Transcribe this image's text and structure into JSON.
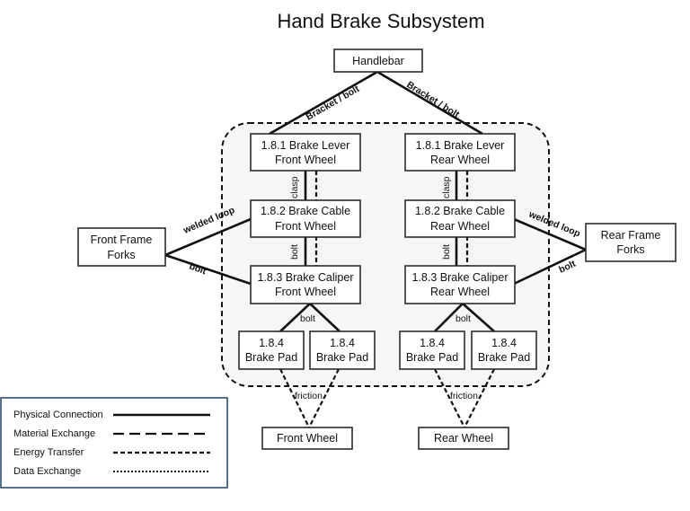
{
  "title": "Hand Brake Subsystem",
  "nodes": {
    "handlebar": [
      "Handlebar"
    ],
    "lever_front": [
      "1.8.1 Brake Lever",
      "Front Wheel"
    ],
    "lever_rear": [
      "1.8.1 Brake Lever",
      "Rear Wheel"
    ],
    "cable_front": [
      "1.8.2 Brake Cable",
      "Front Wheel"
    ],
    "cable_rear": [
      "1.8.2 Brake Cable",
      "Rear Wheel"
    ],
    "caliper_front": [
      "1.8.3 Brake Caliper",
      "Front Wheel"
    ],
    "caliper_rear": [
      "1.8.3 Brake Caliper",
      "Rear Wheel"
    ],
    "pad_front_left": [
      "1.8.4",
      "Brake Pad"
    ],
    "pad_front_right": [
      "1.8.4",
      "Brake Pad"
    ],
    "pad_rear_left": [
      "1.8.4",
      "Brake Pad"
    ],
    "pad_rear_right": [
      "1.8.4",
      "Brake Pad"
    ],
    "front_frame": [
      "Front Frame",
      "Forks"
    ],
    "rear_frame": [
      "Rear Frame",
      "Forks"
    ],
    "front_wheel": [
      "Front Wheel"
    ],
    "rear_wheel": [
      "Rear Wheel"
    ]
  },
  "labels": {
    "bracket_bolt_left": "Bracket / bolt",
    "bracket_bolt_right": "Bracket / bolt",
    "clasp_front": "clasp",
    "clasp_rear": "clasp",
    "bolt_front_cable": "bolt",
    "bolt_rear_cable": "bolt",
    "welded_loop_front": "welded loop",
    "welded_loop_rear": "welded loop",
    "bolt_front_frame": "bolt",
    "bolt_rear_frame": "bolt",
    "bolt_front_pads": "bolt",
    "bolt_rear_pads": "bolt",
    "friction_front": "friction",
    "friction_rear": "friction"
  },
  "legend": [
    {
      "label": "Physical Connection",
      "style": "solid"
    },
    {
      "label": "Material Exchange",
      "style": "long-dash"
    },
    {
      "label": "Energy Transfer",
      "style": "short-dash"
    },
    {
      "label": "Data Exchange",
      "style": "dotted"
    }
  ],
  "colors": {
    "subsystem_fill": "#f6f6f6",
    "legend_border": "#2f4f6f",
    "line": "#111111"
  }
}
